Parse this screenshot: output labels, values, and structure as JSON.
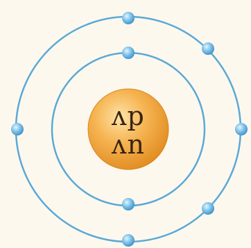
{
  "diagram": {
    "type": "atom-bohr-model",
    "nucleus": {
      "line1": "ʌp",
      "line2": "ʌn",
      "color": "#f2a53a"
    },
    "shells": [
      {
        "name": "inner",
        "electron_count": 2
      },
      {
        "name": "outer",
        "electron_count": 6
      }
    ],
    "colors": {
      "orbit": "#5aa9d6",
      "electron": "#5fb2e0",
      "background": "#fdf8ee"
    }
  }
}
